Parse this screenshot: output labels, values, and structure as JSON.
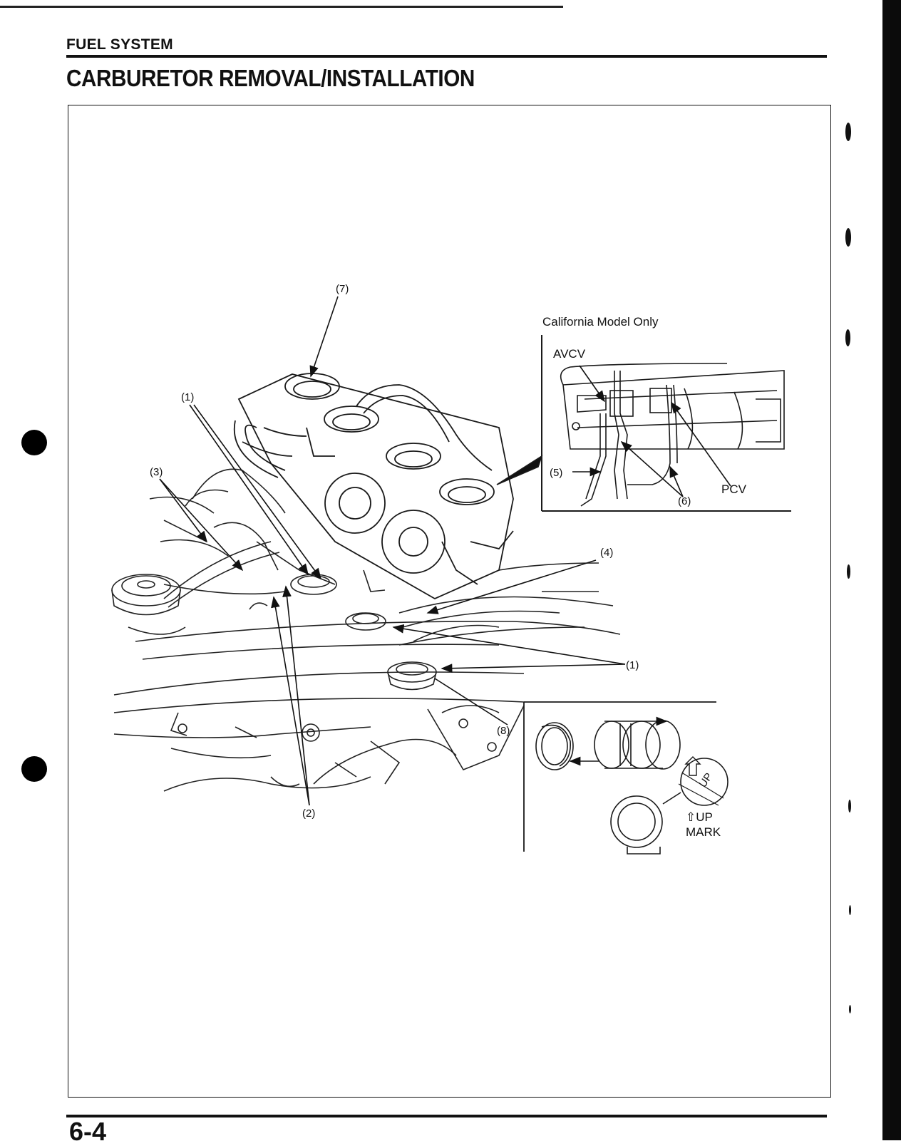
{
  "header": {
    "section": "FUEL SYSTEM",
    "title": "CARBURETOR REMOVAL/INSTALLATION"
  },
  "figure": {
    "callouts": {
      "c7": "(7)",
      "c1_left": "(1)",
      "c3": "(3)",
      "c4": "(4)",
      "c1_right": "(1)",
      "c8": "(8)",
      "c2": "(2)"
    },
    "inset_california": {
      "caption": "California Model Only",
      "avcv": "AVCV",
      "c5": "(5)",
      "c6": "(6)",
      "pcv": "PCV"
    },
    "inset_up_mark": {
      "label_line1": "⇧UP",
      "label_line2": "MARK",
      "stamp": "UP"
    }
  },
  "footer": {
    "page_number": "6-4"
  }
}
